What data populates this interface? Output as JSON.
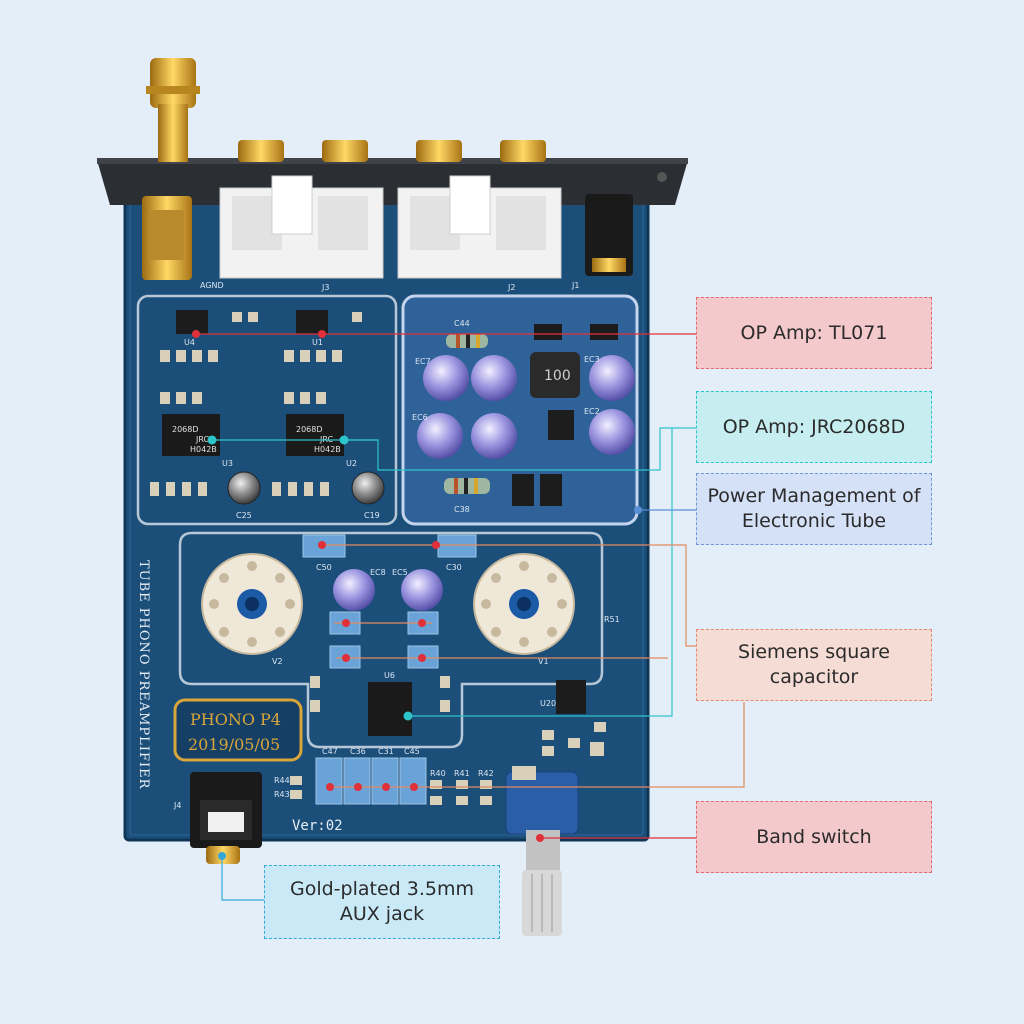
{
  "board": {
    "silk_title": "TUBE PHONO PREAMPLIFIER",
    "model": "PHONO P4",
    "date": "2019/05/05",
    "version": "Ver:02",
    "agnd": "AGND",
    "ref_j3": "J3",
    "ref_j2": "J2",
    "ref_j1": "J1",
    "ref_j4": "J4",
    "ref_u4": "U4",
    "ref_u1": "U1",
    "ref_u3": "U3",
    "ref_u2": "U2",
    "ref_u6": "U6",
    "ref_u20": "U20",
    "ref_v1": "V1",
    "ref_v2": "V2",
    "ref_c25": "C25",
    "ref_c19": "C19",
    "ref_c44": "C44",
    "ref_c38": "C38",
    "ref_c50": "C50",
    "ref_c30": "C30",
    "ref_ec7": "EC7",
    "ref_ec6": "EC6",
    "ref_ec3": "EC3",
    "ref_ec2": "EC2",
    "ref_ec8": "EC8",
    "ref_ec5": "EC5",
    "ref_r51": "R51",
    "ref_c47": "C47",
    "ref_c36": "C36",
    "ref_c31": "C31",
    "ref_c45": "C45",
    "ref_r44": "R44",
    "ref_r43": "R43",
    "ref_r40": "R40",
    "ref_r41": "R41",
    "ref_r42": "R42",
    "ic_2068d": "2068D",
    "ic_jrc": "JRC",
    "ic_code": "H042B",
    "inductor": "100"
  },
  "labels": {
    "op_amp_tl071": "OP Amp: TL071",
    "op_amp_jrc2068d": "OP Amp: JRC2068D",
    "power_management": "Power Management of Electronic Tube",
    "siemens_capacitor": "Siemens square capacitor",
    "band_switch": "Band switch",
    "aux_jack": "Gold-plated 3.5mm AUX jack"
  },
  "colors": {
    "background": "#e4eef8",
    "pcb": "#1b4f7a",
    "pcb_dark": "#143c5f",
    "gold": "#d9a62c",
    "leader_red": "#e0303a",
    "leader_cyan": "#2ec4cc",
    "leader_blue": "#5b8fd8",
    "leader_peach": "#e08a60",
    "leader_sky": "#35a8d6"
  }
}
